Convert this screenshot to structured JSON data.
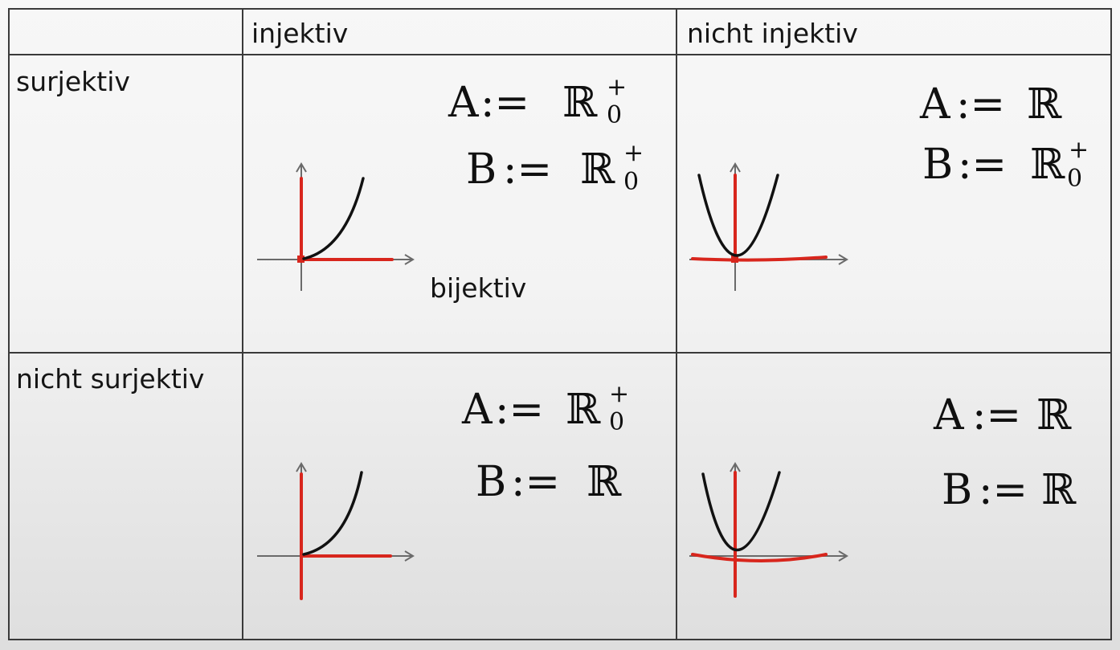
{
  "table": {
    "col_headers": [
      "injektiv",
      "nicht injektiv"
    ],
    "row_headers": [
      "surjektiv",
      "nicht surjektiv"
    ],
    "cells": {
      "surj_inj": {
        "a_symbol": "A",
        "a_op": ":=",
        "a_set": "ℝ",
        "a_sup": "+",
        "a_sub": "0",
        "b_symbol": "B",
        "b_op": ":=",
        "b_set": "ℝ",
        "b_sup": "+",
        "b_sub": "0",
        "note": "bijektiv"
      },
      "surj_notinj": {
        "a_symbol": "A",
        "a_op": ":=",
        "a_set": "ℝ",
        "b_symbol": "B",
        "b_op": ":=",
        "b_set": "ℝ",
        "b_sup": "+",
        "b_sub": "0"
      },
      "notsurj_inj": {
        "a_symbol": "A",
        "a_op": ":=",
        "a_set": "ℝ",
        "a_sup": "+",
        "a_sub": "0",
        "b_symbol": "B",
        "b_op": ":=",
        "b_set": "ℝ"
      },
      "notsurj_notinj": {
        "a_symbol": "A",
        "a_op": ":=",
        "a_set": "ℝ",
        "b_symbol": "B",
        "b_op": ":=",
        "b_set": "ℝ"
      }
    }
  },
  "colors": {
    "grid": "#3a3a3a",
    "red_ink": "#d8261d",
    "black_ink": "#111111",
    "axis": "#6a6a6a"
  }
}
